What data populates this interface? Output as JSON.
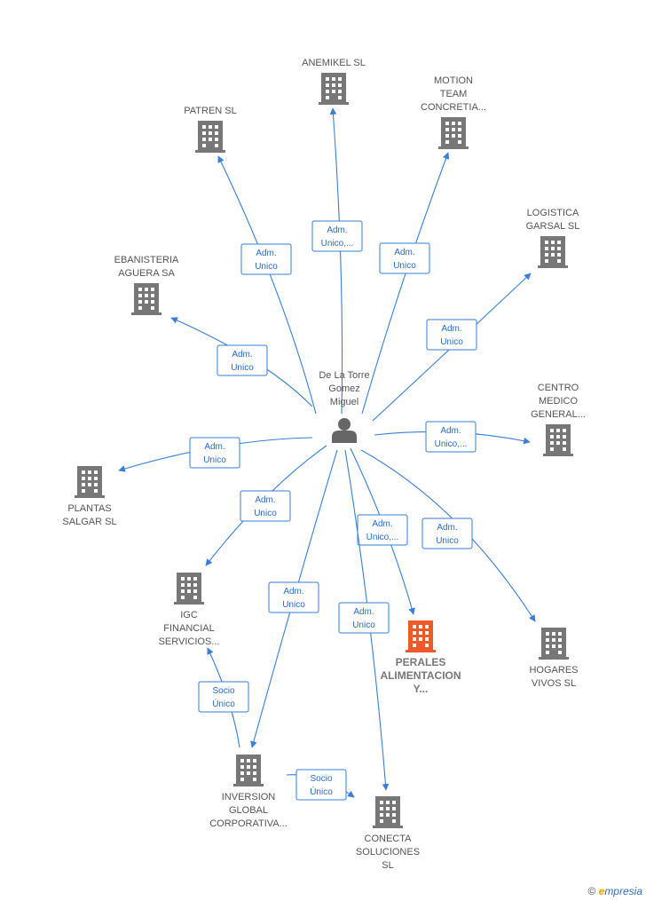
{
  "center": {
    "label": [
      "De La Torre",
      "Gomez",
      "Miguel"
    ]
  },
  "colors": {
    "building": "#777777",
    "highlight": "#f05a28",
    "edge": "#3a7fd5"
  },
  "nodes": [
    {
      "id": "anemikel",
      "label": [
        "ANEMIKEL  SL"
      ],
      "highlight": false
    },
    {
      "id": "motion",
      "label": [
        "MOTION",
        "TEAM",
        "CONCRETIA..."
      ],
      "highlight": false
    },
    {
      "id": "patren",
      "label": [
        "PATREN SL"
      ],
      "highlight": false
    },
    {
      "id": "logistica",
      "label": [
        "LOGISTICA",
        "GARSAL  SL"
      ],
      "highlight": false
    },
    {
      "id": "ebanisteria",
      "label": [
        "EBANISTERIA",
        "AGUERA SA"
      ],
      "highlight": false
    },
    {
      "id": "centro",
      "label": [
        "CENTRO",
        "MEDICO",
        "GENERAL..."
      ],
      "highlight": false
    },
    {
      "id": "plantas",
      "label": [
        "PLANTAS",
        "SALGAR  SL"
      ],
      "highlight": false
    },
    {
      "id": "igc",
      "label": [
        "IGC",
        "FINANCIAL",
        "SERVICIOS..."
      ],
      "highlight": false
    },
    {
      "id": "perales",
      "label": [
        "PERALES",
        "ALIMENTACION",
        "Y..."
      ],
      "highlight": true
    },
    {
      "id": "hogares",
      "label": [
        "HOGARES",
        "VIVOS  SL"
      ],
      "highlight": false
    },
    {
      "id": "inversion",
      "label": [
        "INVERSION",
        "GLOBAL",
        "CORPORATIVA..."
      ],
      "highlight": false
    },
    {
      "id": "conecta",
      "label": [
        "CONECTA",
        "SOLUCIONES",
        "SL"
      ],
      "highlight": false
    }
  ],
  "edges": [
    {
      "from": "center",
      "to": "anemikel",
      "label": [
        "Adm.",
        "Unico,..."
      ]
    },
    {
      "from": "center",
      "to": "motion",
      "label": [
        "Adm.",
        "Unico"
      ]
    },
    {
      "from": "center",
      "to": "patren",
      "label": [
        "Adm.",
        "Unico"
      ]
    },
    {
      "from": "center",
      "to": "logistica",
      "label": [
        "Adm.",
        "Unico"
      ]
    },
    {
      "from": "center",
      "to": "ebanisteria",
      "label": [
        "Adm.",
        "Unico"
      ]
    },
    {
      "from": "center",
      "to": "centro",
      "label": [
        "Adm.",
        "Unico,..."
      ]
    },
    {
      "from": "center",
      "to": "plantas",
      "label": [
        "Adm.",
        "Unico"
      ]
    },
    {
      "from": "center",
      "to": "igc",
      "label": [
        "Adm.",
        "Unico"
      ]
    },
    {
      "from": "center",
      "to": "perales",
      "label": [
        "Adm.",
        "Unico,..."
      ]
    },
    {
      "from": "center",
      "to": "hogares",
      "label": [
        "Adm.",
        "Unico"
      ]
    },
    {
      "from": "center",
      "to": "inversion",
      "label": [
        "Adm.",
        "Unico"
      ]
    },
    {
      "from": "center",
      "to": "conecta",
      "label": [
        "Adm.",
        "Unico"
      ]
    },
    {
      "from": "inversion",
      "to": "igc",
      "label": [
        "Socio",
        "Único"
      ]
    },
    {
      "from": "inversion",
      "to": "conecta",
      "label": [
        "Socio",
        "Único"
      ]
    }
  ],
  "footer": {
    "copyright": "©",
    "brand_e": "e",
    "brand_rest": "mpresia"
  }
}
